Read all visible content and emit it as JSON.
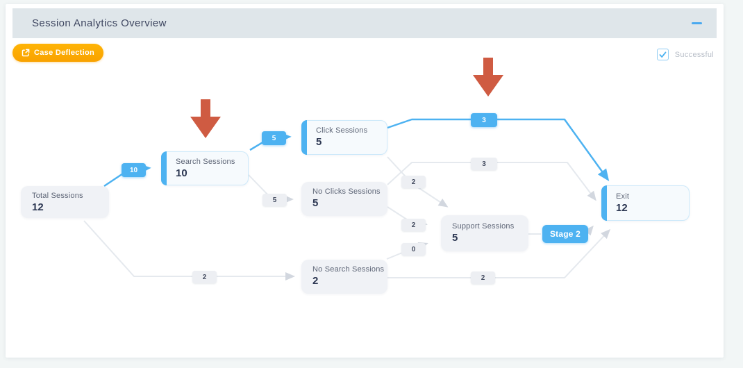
{
  "panel": {
    "title": "Session Analytics Overview"
  },
  "toolbar": {
    "case_deflection": "Case Deflection",
    "successful": "Successful",
    "successful_checked": true
  },
  "colors": {
    "accent_blue": "#4db2f1",
    "edge_gray": "#e5e9ee",
    "red_arrow": "#cf5b42",
    "button_orange": "#fbab04"
  },
  "diagram": {
    "stage_badge": "Stage 2",
    "nodes": [
      {
        "id": "total",
        "label": "Total Sessions",
        "value": "12",
        "accent": false
      },
      {
        "id": "search",
        "label": "Search Sessions",
        "value": "10",
        "accent": true
      },
      {
        "id": "click",
        "label": "Click Sessions",
        "value": "5",
        "accent": true
      },
      {
        "id": "no_clicks",
        "label": "No Clicks Sessions",
        "value": "5",
        "accent": false
      },
      {
        "id": "no_search",
        "label": "No Search Sessions",
        "value": "2",
        "accent": false
      },
      {
        "id": "support",
        "label": "Support Sessions",
        "value": "5",
        "accent": false
      },
      {
        "id": "exit",
        "label": "Exit",
        "value": "12",
        "accent": true
      }
    ],
    "edges": [
      {
        "from": "Total Sessions",
        "to": "Search Sessions",
        "label": "10",
        "highlighted": true
      },
      {
        "from": "Search Sessions",
        "to": "Click Sessions",
        "label": "5",
        "highlighted": true
      },
      {
        "from": "Search Sessions",
        "to": "No Clicks Sessions",
        "label": "5",
        "highlighted": false
      },
      {
        "from": "Total Sessions",
        "to": "No Search Sessions",
        "label": "2",
        "highlighted": false
      },
      {
        "from": "Click Sessions",
        "to": "Exit",
        "label": "3",
        "highlighted": true
      },
      {
        "from": "No Clicks Sessions",
        "to": "Exit",
        "label": "3",
        "highlighted": false
      },
      {
        "from": "Click Sessions",
        "to": "Support Sessions",
        "label": "2",
        "highlighted": false
      },
      {
        "from": "No Clicks Sessions",
        "to": "Support Sessions",
        "label": "2",
        "highlighted": false
      },
      {
        "from": "No Search Sessions",
        "to": "Support Sessions",
        "label": "0",
        "highlighted": false
      },
      {
        "from": "No Search Sessions",
        "to": "Exit",
        "label": "2",
        "highlighted": false
      }
    ]
  }
}
